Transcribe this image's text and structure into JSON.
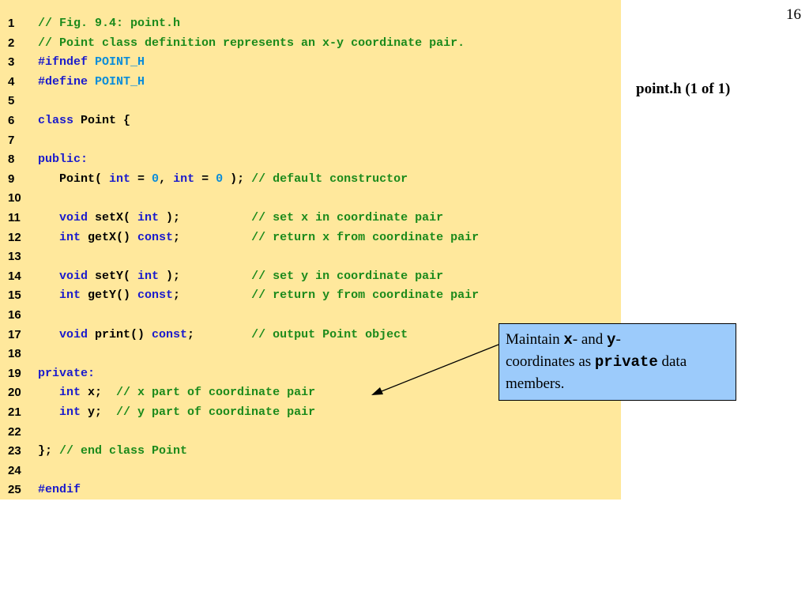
{
  "page_number": "16",
  "slide_title": "point.h (1 of 1)",
  "callout": {
    "t1": "Maintain ",
    "code_x": "x",
    "t2": "- and ",
    "code_y": "y",
    "t3": "-",
    "t4": "coordinates as ",
    "code_private": "private",
    "t5": " data",
    "t6": "members."
  },
  "code_lines": [
    {
      "num": "1",
      "tokens": [
        {
          "c": "c",
          "t": "// Fig. 9.4: point.h"
        }
      ]
    },
    {
      "num": "2",
      "tokens": [
        {
          "c": "c",
          "t": "// Point class definition represents an x-y coordinate pair."
        }
      ]
    },
    {
      "num": "3",
      "tokens": [
        {
          "c": "k",
          "t": "#ifndef "
        },
        {
          "c": "n",
          "t": "POINT_H"
        }
      ]
    },
    {
      "num": "4",
      "tokens": [
        {
          "c": "k",
          "t": "#define "
        },
        {
          "c": "n",
          "t": "POINT_H"
        }
      ]
    },
    {
      "num": "5",
      "tokens": []
    },
    {
      "num": "6",
      "tokens": [
        {
          "c": "k",
          "t": "class "
        },
        {
          "c": "t",
          "t": "Point {"
        }
      ]
    },
    {
      "num": "7",
      "tokens": []
    },
    {
      "num": "8",
      "tokens": [
        {
          "c": "k",
          "t": "public:"
        }
      ]
    },
    {
      "num": "9",
      "tokens": [
        {
          "c": "t",
          "t": "   Point( "
        },
        {
          "c": "k",
          "t": "int"
        },
        {
          "c": "t",
          "t": " = "
        },
        {
          "c": "n",
          "t": "0"
        },
        {
          "c": "t",
          "t": ", "
        },
        {
          "c": "k",
          "t": "int"
        },
        {
          "c": "t",
          "t": " = "
        },
        {
          "c": "n",
          "t": "0"
        },
        {
          "c": "t",
          "t": " ); "
        },
        {
          "c": "c",
          "t": "// default constructor"
        }
      ]
    },
    {
      "num": "10",
      "tokens": []
    },
    {
      "num": "11",
      "tokens": [
        {
          "c": "k",
          "t": "   void "
        },
        {
          "c": "t",
          "t": "setX( "
        },
        {
          "c": "k",
          "t": "int"
        },
        {
          "c": "t",
          "t": " );          "
        },
        {
          "c": "c",
          "t": "// set x in coordinate pair"
        }
      ]
    },
    {
      "num": "12",
      "tokens": [
        {
          "c": "k",
          "t": "   int "
        },
        {
          "c": "t",
          "t": "getX() "
        },
        {
          "c": "k",
          "t": "const"
        },
        {
          "c": "t",
          "t": ";          "
        },
        {
          "c": "c",
          "t": "// return x from coordinate pair"
        }
      ]
    },
    {
      "num": "13",
      "tokens": []
    },
    {
      "num": "14",
      "tokens": [
        {
          "c": "k",
          "t": "   void "
        },
        {
          "c": "t",
          "t": "setY( "
        },
        {
          "c": "k",
          "t": "int"
        },
        {
          "c": "t",
          "t": " );          "
        },
        {
          "c": "c",
          "t": "// set y in coordinate pair"
        }
      ]
    },
    {
      "num": "15",
      "tokens": [
        {
          "c": "k",
          "t": "   int "
        },
        {
          "c": "t",
          "t": "getY() "
        },
        {
          "c": "k",
          "t": "const"
        },
        {
          "c": "t",
          "t": ";          "
        },
        {
          "c": "c",
          "t": "// return y from coordinate pair"
        }
      ]
    },
    {
      "num": "16",
      "tokens": []
    },
    {
      "num": "17",
      "tokens": [
        {
          "c": "k",
          "t": "   void "
        },
        {
          "c": "t",
          "t": "print() "
        },
        {
          "c": "k",
          "t": "const"
        },
        {
          "c": "t",
          "t": ";        "
        },
        {
          "c": "c",
          "t": "// output Point object"
        }
      ]
    },
    {
      "num": "18",
      "tokens": []
    },
    {
      "num": "19",
      "tokens": [
        {
          "c": "k",
          "t": "private:"
        }
      ]
    },
    {
      "num": "20",
      "tokens": [
        {
          "c": "k",
          "t": "   int "
        },
        {
          "c": "t",
          "t": "x;  "
        },
        {
          "c": "c",
          "t": "// x part of coordinate pair"
        }
      ]
    },
    {
      "num": "21",
      "tokens": [
        {
          "c": "k",
          "t": "   int "
        },
        {
          "c": "t",
          "t": "y;  "
        },
        {
          "c": "c",
          "t": "// y part of coordinate pair"
        }
      ]
    },
    {
      "num": "22",
      "tokens": []
    },
    {
      "num": "23",
      "tokens": [
        {
          "c": "t",
          "t": "}; "
        },
        {
          "c": "c",
          "t": "// end class Point"
        }
      ]
    },
    {
      "num": "24",
      "tokens": []
    },
    {
      "num": "25",
      "tokens": [
        {
          "c": "k",
          "t": "#endif"
        }
      ]
    }
  ]
}
